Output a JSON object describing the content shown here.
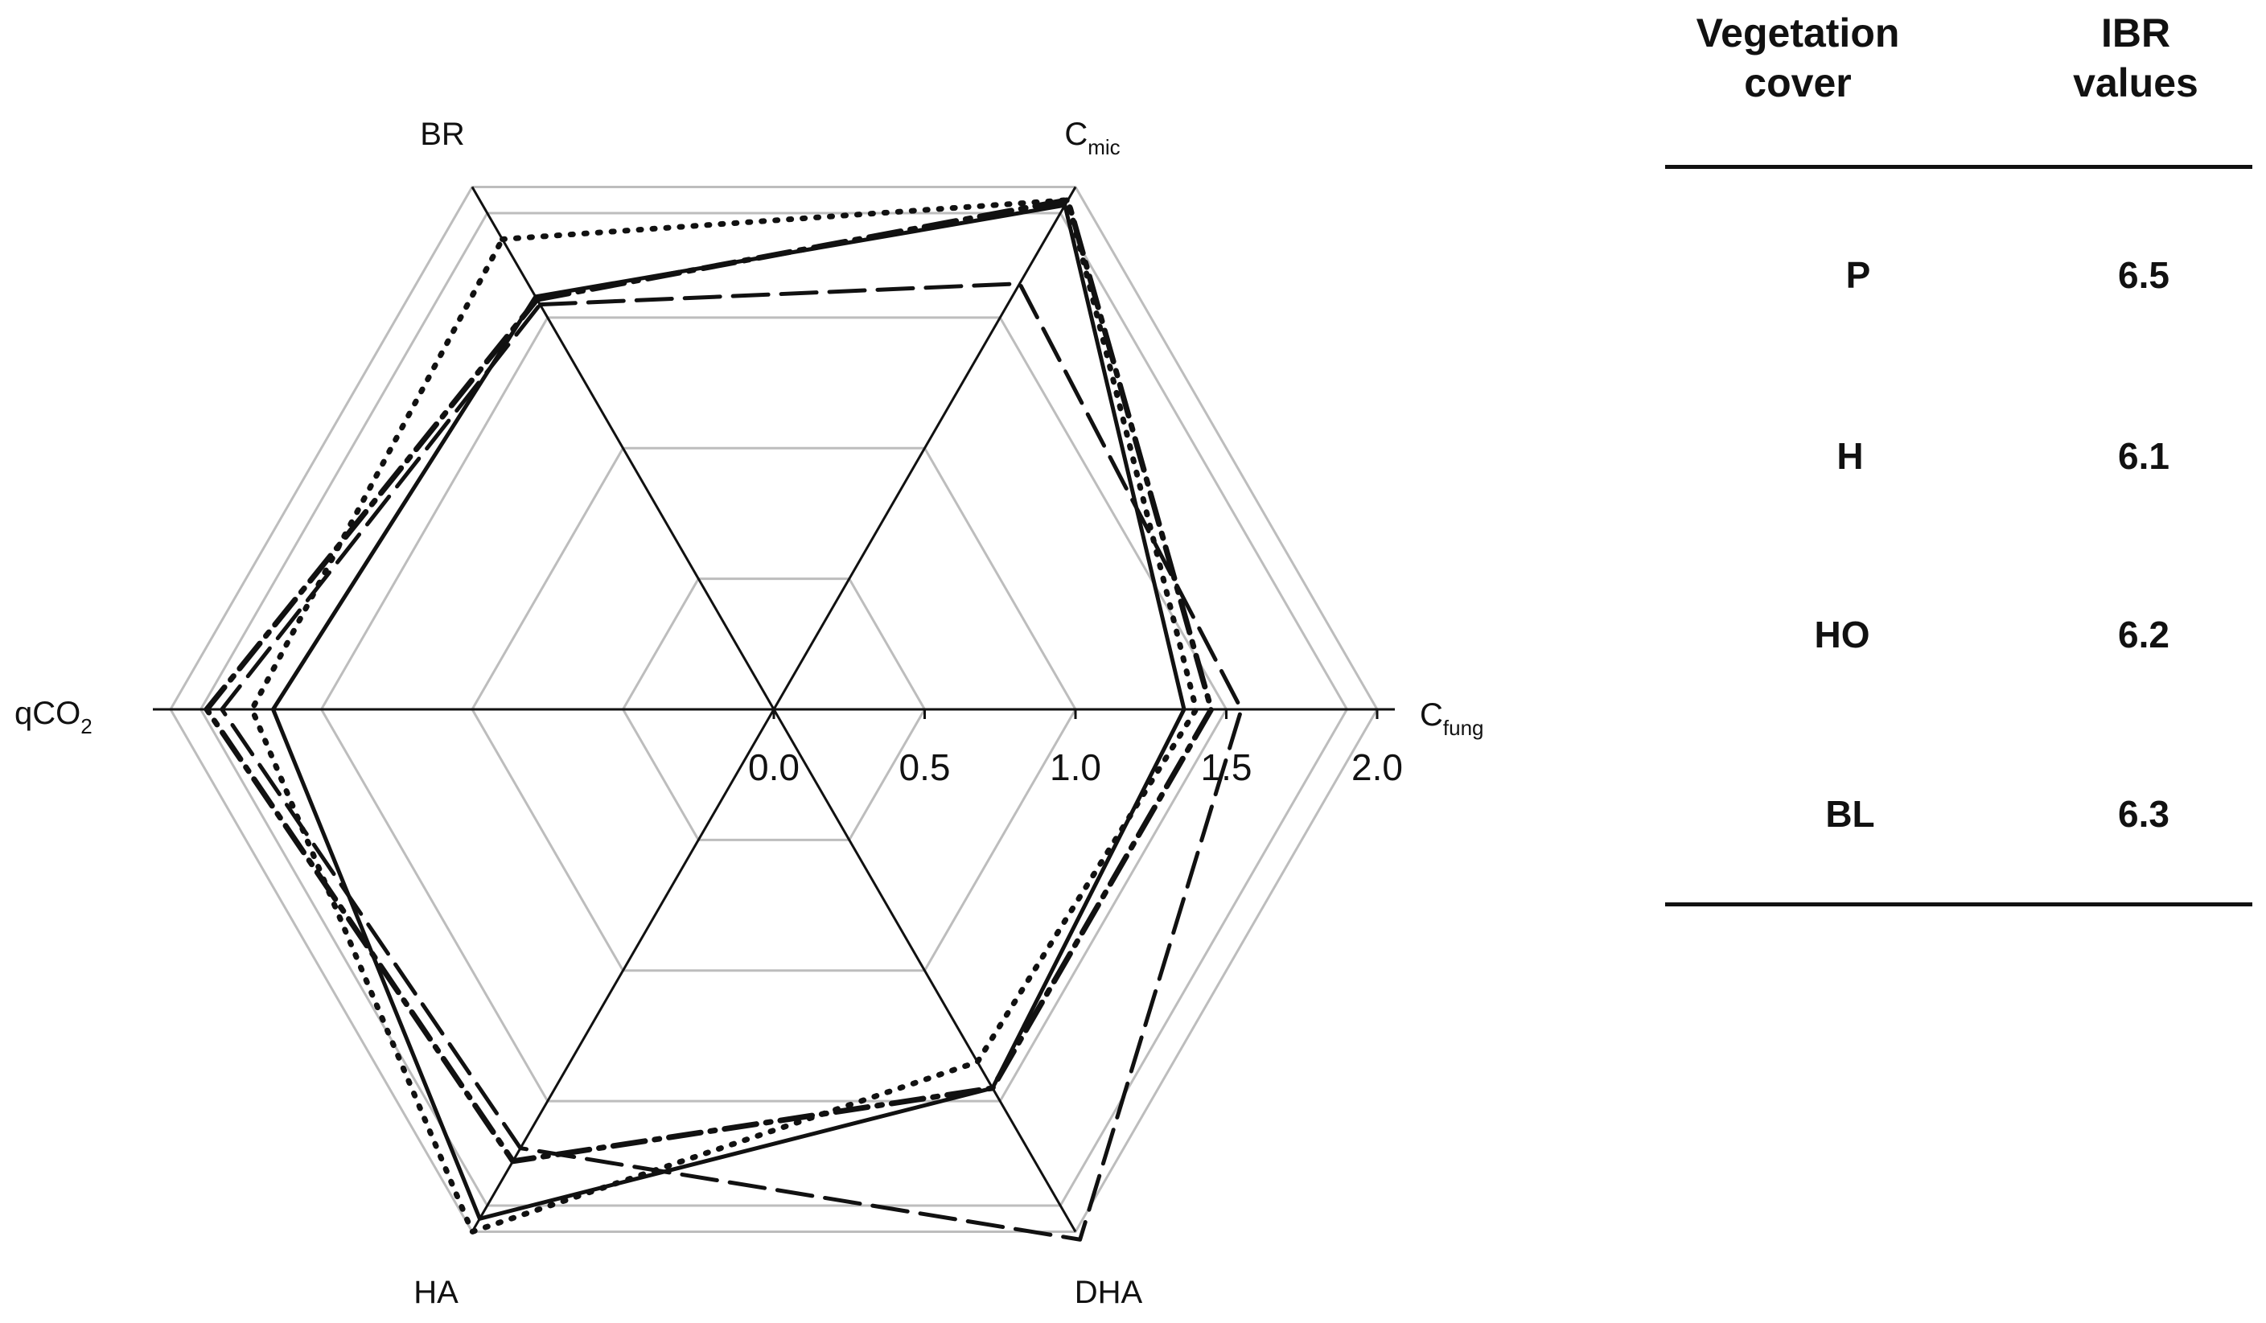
{
  "chart_data": {
    "type": "radar",
    "axes": [
      {
        "key": "BR",
        "label": "BR",
        "sub": ""
      },
      {
        "key": "Cmic",
        "label": "C",
        "sub": "mic"
      },
      {
        "key": "Cfung",
        "label": "C",
        "sub": "fung"
      },
      {
        "key": "DHA",
        "label": "DHA",
        "sub": ""
      },
      {
        "key": "HA",
        "label": "HA",
        "sub": ""
      },
      {
        "key": "qCO2",
        "label": "qCO",
        "sub": "2"
      }
    ],
    "radial_ticks": [
      "0.0",
      "0.5",
      "1.0",
      "1.5",
      "2.0"
    ],
    "rlim": [
      0,
      2.0
    ],
    "grid_levels": [
      0.5,
      1.0,
      1.5,
      1.9,
      2.0
    ],
    "series": [
      {
        "style": "solid",
        "values": [
          1.58,
          1.93,
          1.36,
          1.45,
          1.95,
          1.66
        ]
      },
      {
        "style": "dotted",
        "values": [
          1.8,
          1.95,
          1.4,
          1.35,
          2.0,
          1.73
        ]
      },
      {
        "style": "longdash",
        "values": [
          1.55,
          1.63,
          1.55,
          2.03,
          1.68,
          1.83
        ]
      },
      {
        "style": "dashdot",
        "values": [
          1.57,
          1.95,
          1.45,
          1.45,
          1.73,
          1.88
        ]
      }
    ]
  },
  "table": {
    "headers": [
      [
        "Vegetation",
        "cover"
      ],
      [
        "IBR",
        "values"
      ]
    ],
    "rows": [
      {
        "cover": "P",
        "ibr": "6.5"
      },
      {
        "cover": "H",
        "ibr": "6.1"
      },
      {
        "cover": "HO",
        "ibr": "6.2"
      },
      {
        "cover": "BL",
        "ibr": "6.3"
      }
    ]
  }
}
